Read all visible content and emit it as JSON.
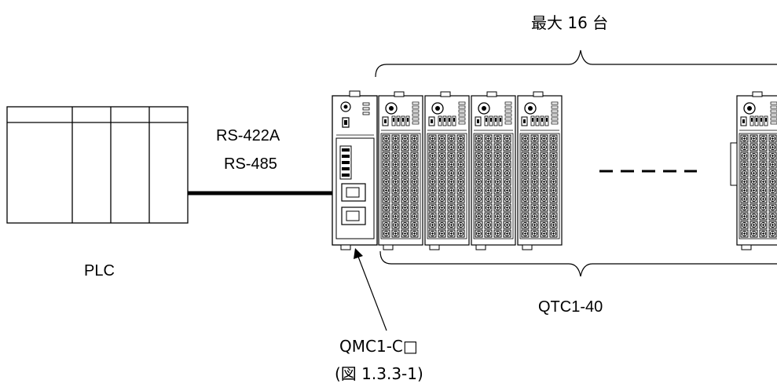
{
  "labels": {
    "max_units": "最大 16 台",
    "protocol_line1": "RS-422A",
    "protocol_line2": "RS-485",
    "plc": "PLC",
    "module_series": "QTC1-40",
    "master_model": "QMC1-C□",
    "figure_ref": "(図 1.3.3-1)"
  },
  "separator": "- - - - -",
  "colors": {
    "line": "#000000",
    "background": "#ffffff"
  },
  "icons": {
    "master_module": "controller-module-icon",
    "slave_module": "temperature-module-icon",
    "plc": "plc-rack-icon"
  }
}
